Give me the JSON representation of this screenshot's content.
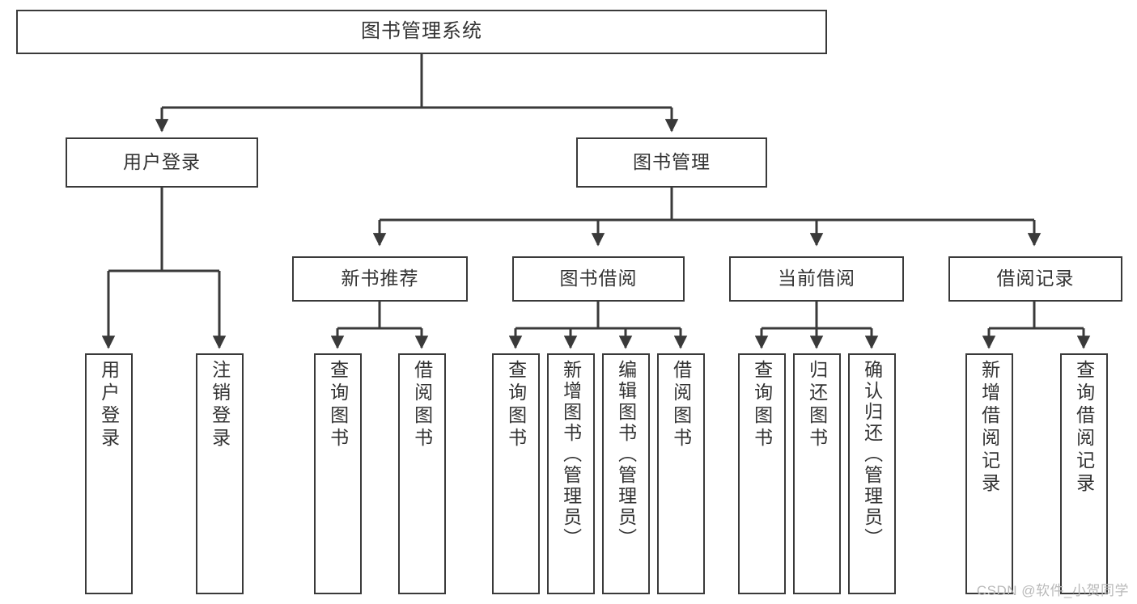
{
  "diagram": {
    "title": "图书管理系统",
    "watermark": "CSDN @软件_小贺同学",
    "stroke_color": "#3a3a3a",
    "text_color": "#333333",
    "background_color": "#ffffff",
    "type": "tree-hierarchy"
  },
  "root": {
    "label": "图书管理系统"
  },
  "level2": [
    {
      "label": "用户登录"
    },
    {
      "label": "图书管理"
    }
  ],
  "level3": [
    {
      "label": "新书推荐"
    },
    {
      "label": "图书借阅"
    },
    {
      "label": "当前借阅"
    },
    {
      "label": "借阅记录"
    }
  ],
  "leaves": {
    "user_login": [
      {
        "label": "用户登录"
      },
      {
        "label": "注销登录"
      }
    ],
    "new_book_recommend": [
      {
        "label": "查询图书"
      },
      {
        "label": "借阅图书"
      }
    ],
    "book_borrow": [
      {
        "label": "查询图书"
      },
      {
        "label": "新增图书（管理员）"
      },
      {
        "label": "编辑图书（管理员）"
      },
      {
        "label": "借阅图书"
      }
    ],
    "current_borrow": [
      {
        "label": "查询图书"
      },
      {
        "label": "归还图书"
      },
      {
        "label": "确认归还（管理员）"
      }
    ],
    "borrow_record": [
      {
        "label": "新增借阅记录"
      },
      {
        "label": "查询借阅记录"
      }
    ]
  }
}
